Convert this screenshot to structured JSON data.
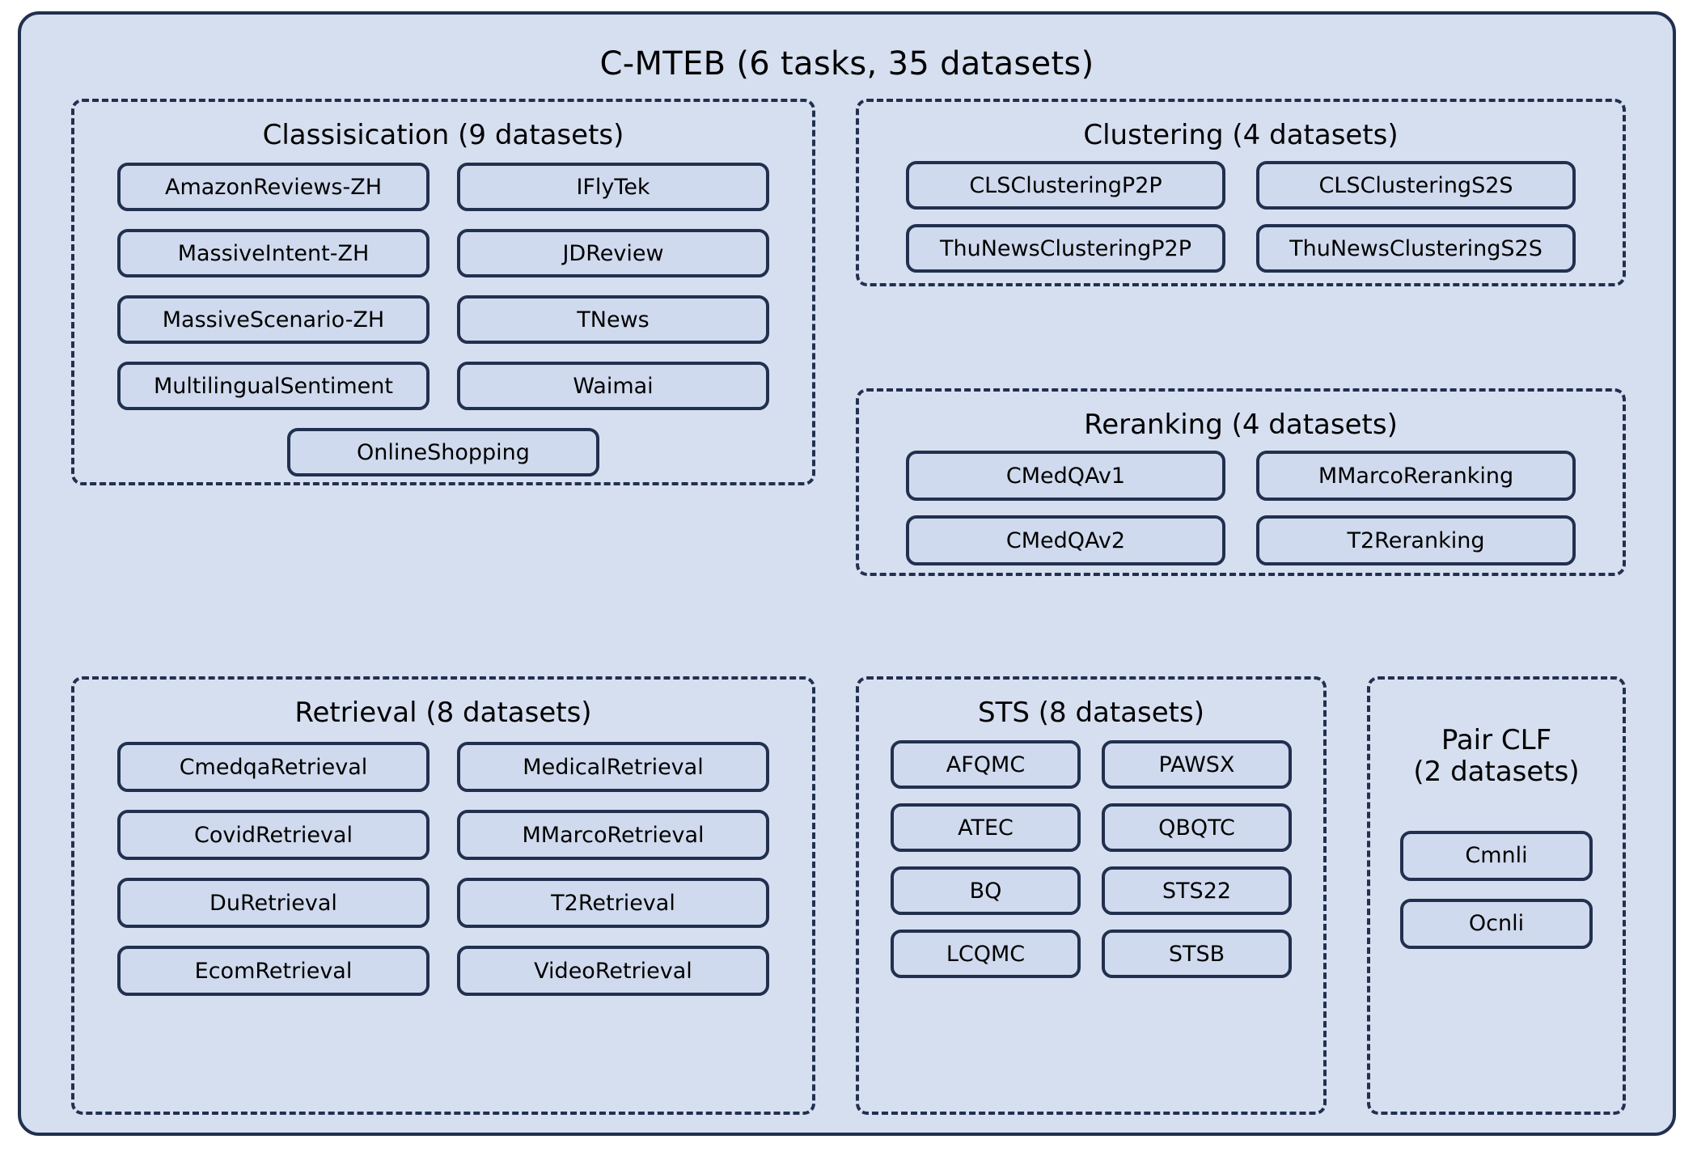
{
  "diagram": {
    "title": "C-MTEB (6 tasks, 35 datasets)",
    "colors": {
      "panel_fill": "#d6dff0",
      "chip_fill": "#d0daee",
      "stroke": "#21304e",
      "text": "#000000"
    }
  },
  "groups": {
    "classification": {
      "title": "Classisication (9 datasets)",
      "datasets": [
        "AmazonReviews-ZH",
        "IFlyTek",
        "MassiveIntent-ZH",
        "JDReview",
        "MassiveScenario-ZH",
        "TNews",
        "MultilingualSentiment",
        "Waimai",
        "OnlineShopping"
      ]
    },
    "clustering": {
      "title": "Clustering (4 datasets)",
      "datasets": [
        "CLSClusteringP2P",
        "CLSClusteringS2S",
        "ThuNewsClusteringP2P",
        "ThuNewsClusteringS2S"
      ]
    },
    "reranking": {
      "title": "Reranking (4 datasets)",
      "datasets": [
        "CMedQAv1",
        "MMarcoReranking",
        "CMedQAv2",
        "T2Reranking"
      ]
    },
    "retrieval": {
      "title": "Retrieval (8 datasets)",
      "datasets": [
        "CmedqaRetrieval",
        "MedicalRetrieval",
        "CovidRetrieval",
        "MMarcoRetrieval",
        "DuRetrieval",
        "T2Retrieval",
        "EcomRetrieval",
        "VideoRetrieval"
      ]
    },
    "sts": {
      "title": "STS (8 datasets)",
      "datasets": [
        "AFQMC",
        "PAWSX",
        "ATEC",
        "QBQTC",
        "BQ",
        "STS22",
        "LCQMC",
        "STSB"
      ]
    },
    "pairclf": {
      "title": "Pair CLF\n(2 datasets)",
      "title_line1": "Pair CLF",
      "title_line2": "(2 datasets)",
      "datasets": [
        "Cmnli",
        "Ocnli"
      ]
    }
  }
}
